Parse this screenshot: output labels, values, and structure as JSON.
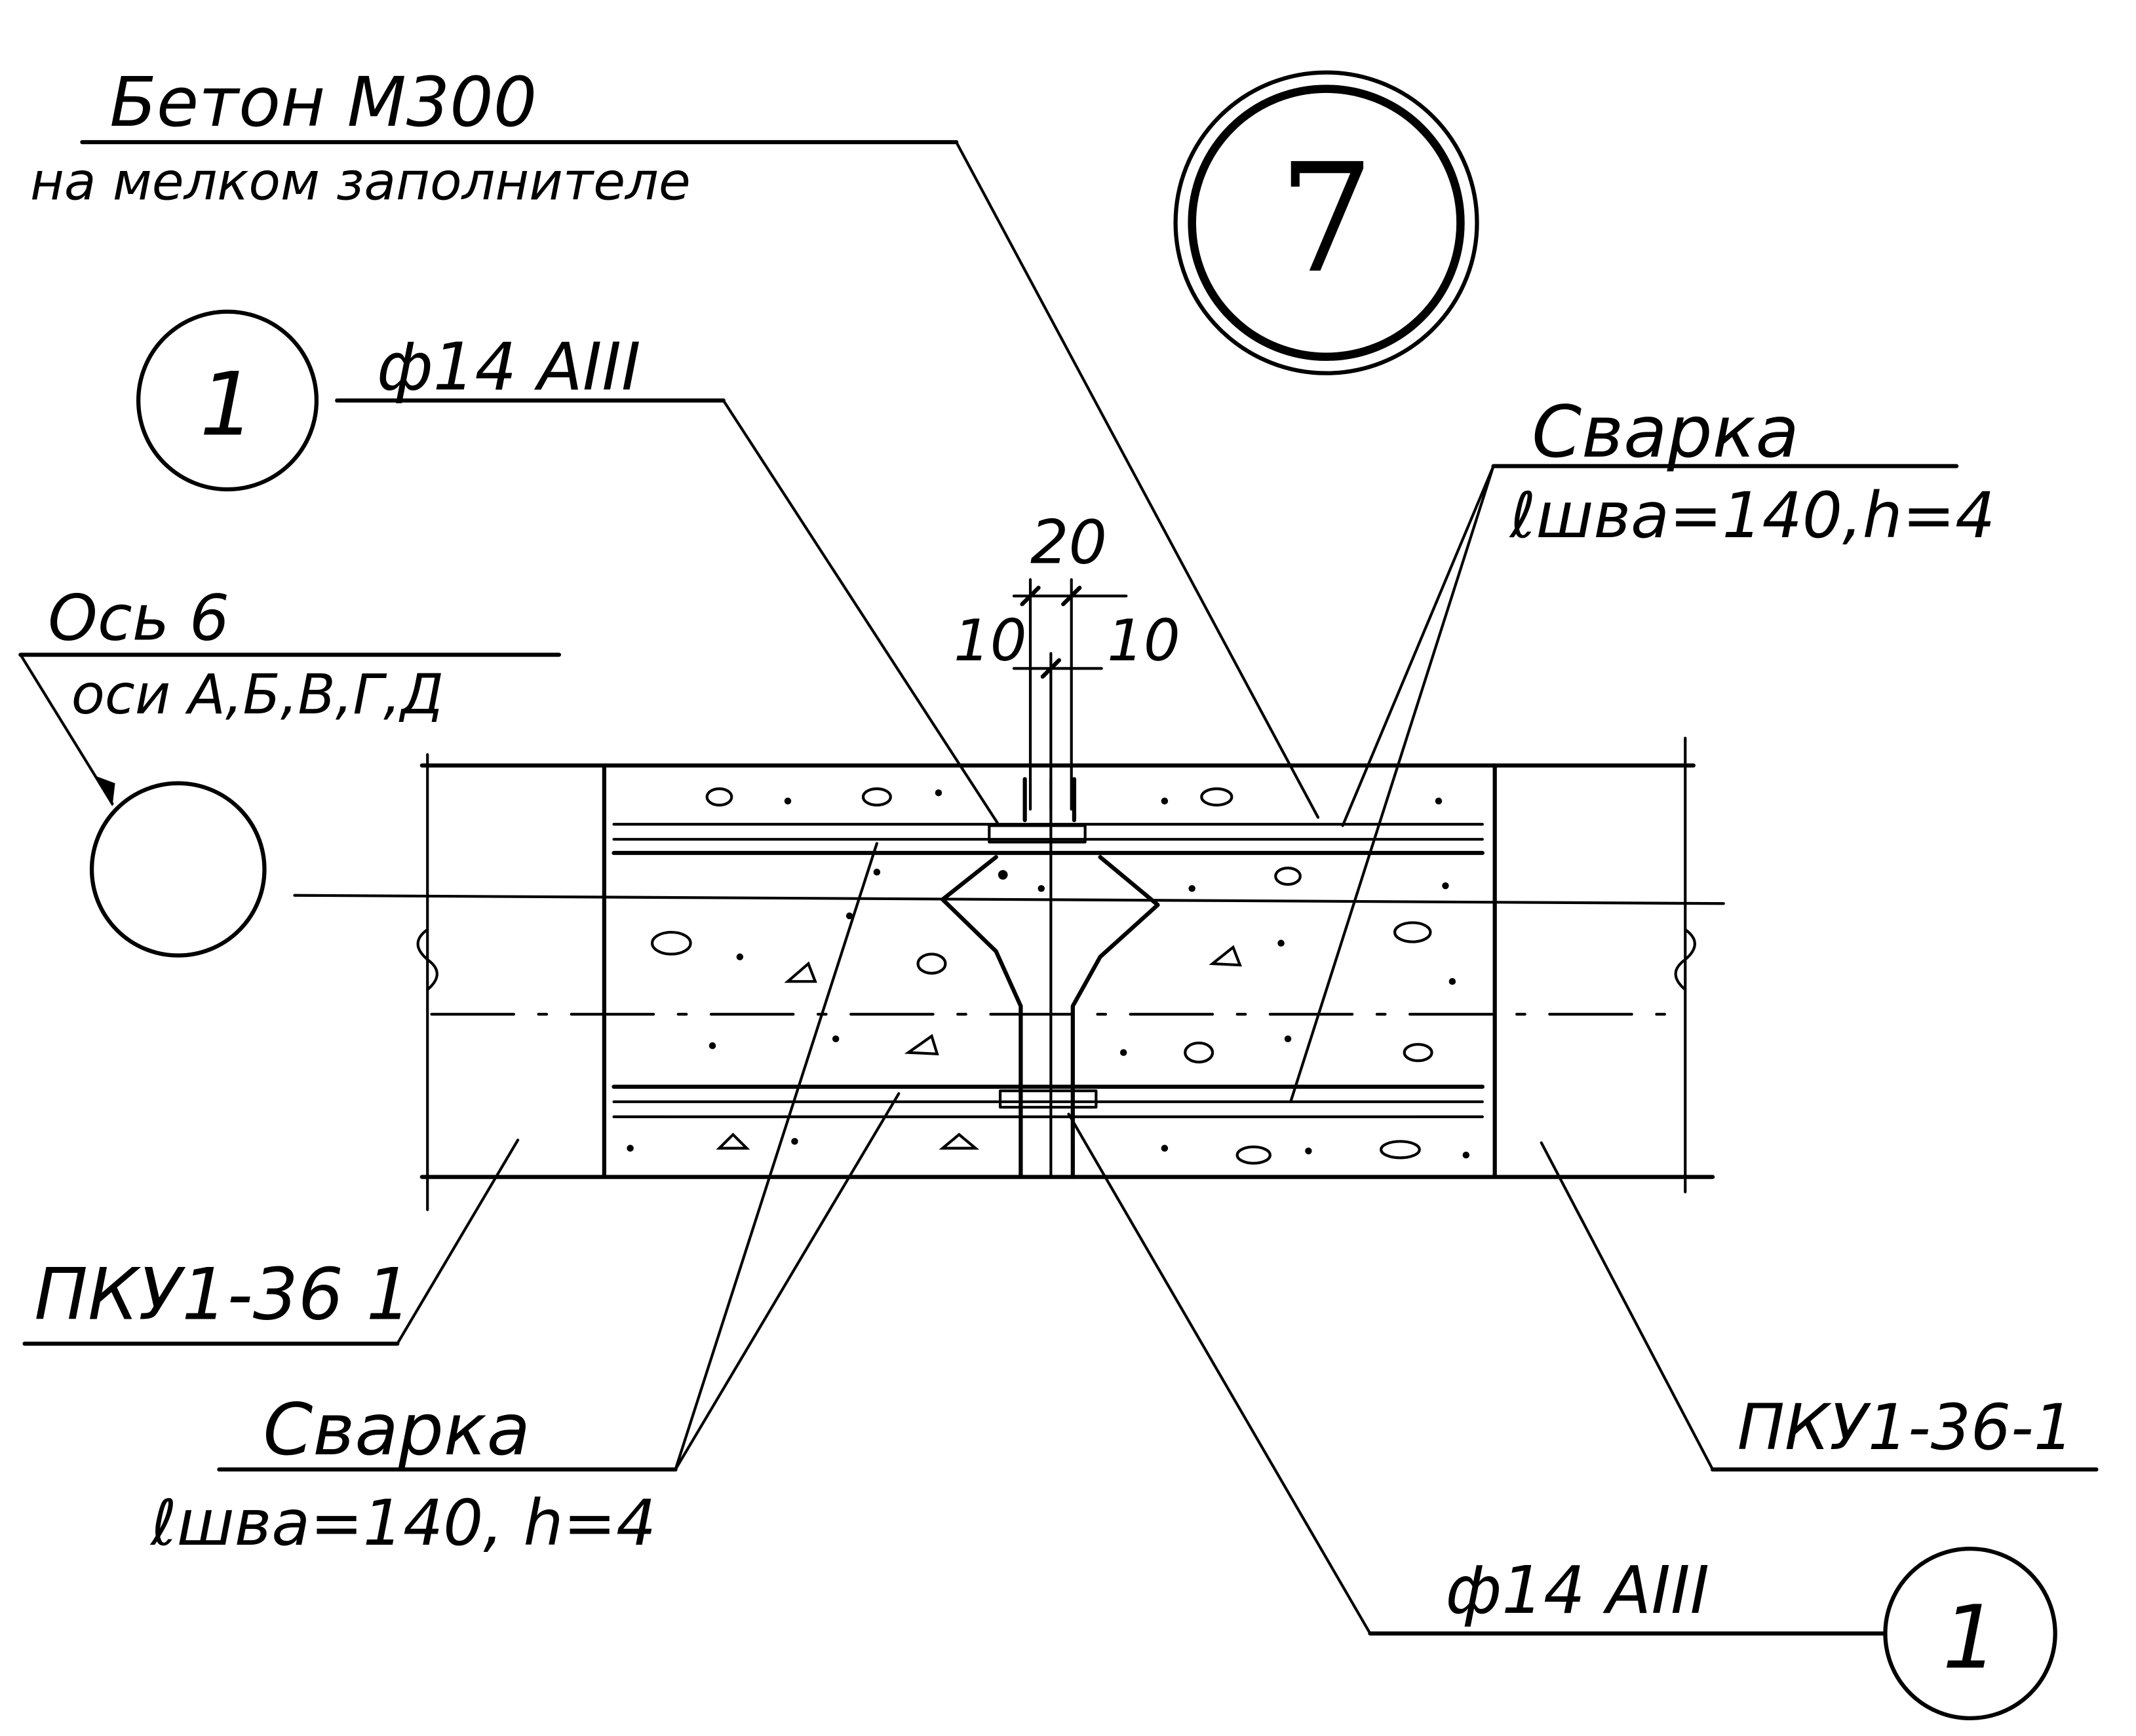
{
  "diagram": {
    "detail_number": "7",
    "concrete": {
      "line1": "Бетон М300",
      "line2": "на мелком заполнителе"
    },
    "rebar_top": {
      "label": "ф14 АIII",
      "position": "1"
    },
    "rebar_bottom": {
      "label": "ф14 АIII",
      "position": "1"
    },
    "weld_right": {
      "line1": "Сварка",
      "line2": "ℓшва=140,h=4"
    },
    "weld_left": {
      "line1": "Сварка",
      "line2": "ℓшва=140, h=4"
    },
    "axis": {
      "line1": "Ось 6",
      "line2": "оси А,Б,В,Г,Д"
    },
    "dimensions": {
      "total": "20",
      "left": "10",
      "right": "10"
    },
    "panel_left": "ПКУ1-36 1",
    "panel_right": "ПКУ1-36-1"
  }
}
